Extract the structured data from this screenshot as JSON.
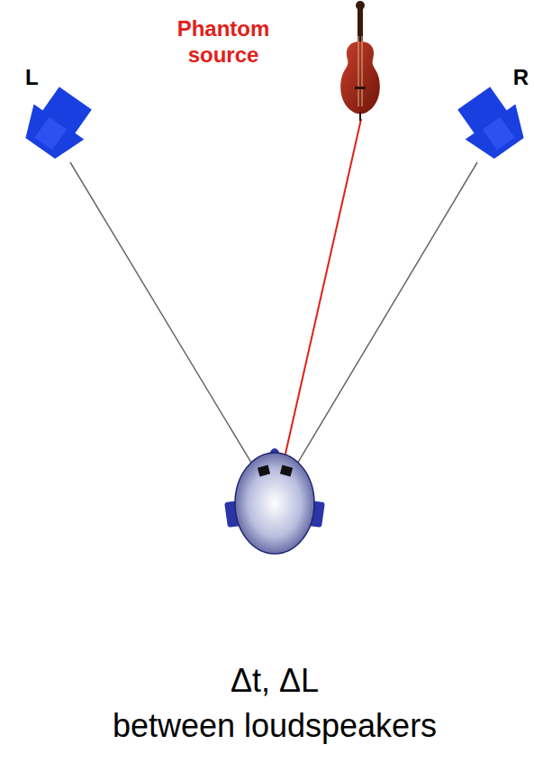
{
  "diagram": {
    "caption": "Δt, ΔL between loudspeakers",
    "labels": [
      "L",
      "Phantom source",
      "R"
    ]
  }
}
